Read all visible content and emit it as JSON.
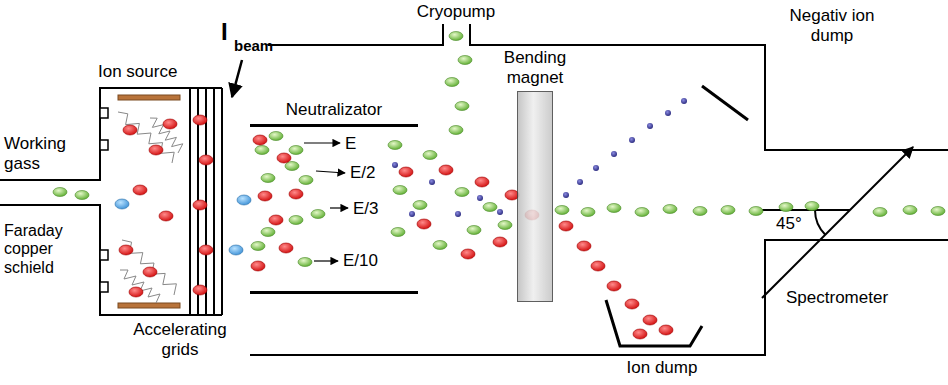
{
  "diagram": {
    "nodes": [
      {
        "text": [
          "Ion source"
        ]
      },
      {
        "text": [
          "Neutralizator"
        ]
      },
      {
        "text": [
          "Bending magnet"
        ]
      }
    ],
    "labels": [
      "I",
      "beam",
      "Working gass",
      "Faraday copper schield",
      "Accelerating grids",
      "E",
      "E/2",
      "E/3",
      "E/10",
      "Cryopump",
      "Negativ ion dump",
      "Ion dump",
      "45°",
      "Spectrometer"
    ]
  }
}
